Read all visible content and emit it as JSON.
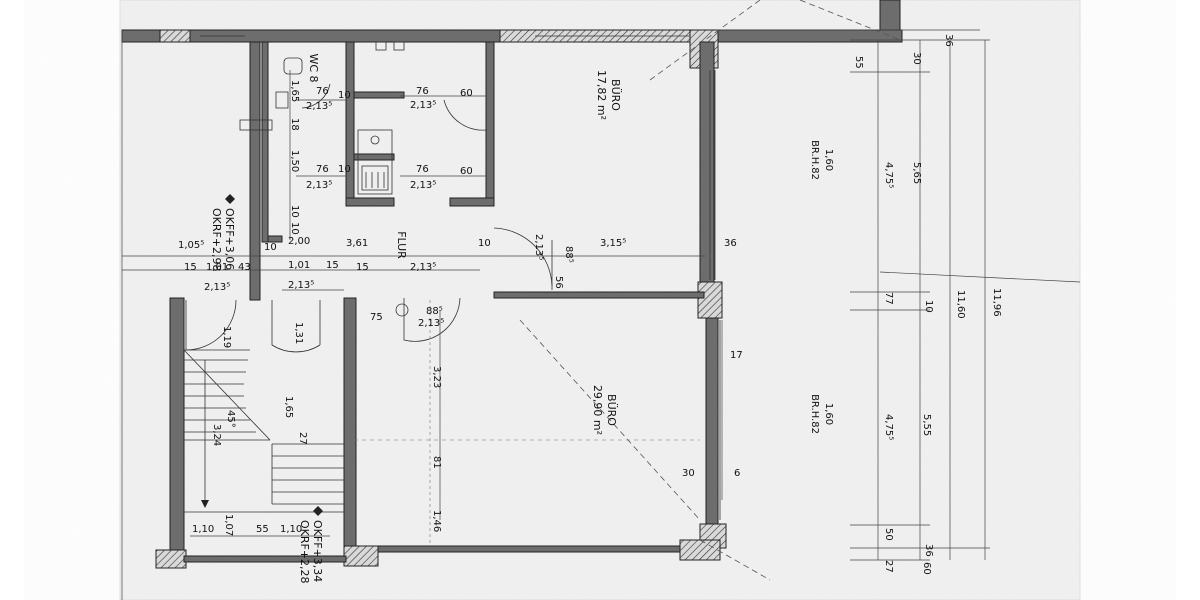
{
  "rooms": {
    "office_top": {
      "name": "BÜRO",
      "area": "17,82 m²"
    },
    "office_bottom": {
      "name": "BÜRO",
      "area": "29,90 m²"
    },
    "wc": {
      "name": "WC 8"
    },
    "corridor": {
      "name": "FLUR"
    }
  },
  "level_markers": {
    "upper": {
      "line1": "OKFF+3,06",
      "line2": "OKRF+2,98"
    },
    "lower": {
      "line1": "OKFF+3,34",
      "line2": "OKRF+2,28"
    }
  },
  "right_dimensions": {
    "window_top": {
      "w": "1,60",
      "h": "BR.H.82"
    },
    "window_bottom": {
      "w": "1,60",
      "h": "BR.H.82"
    },
    "d_30": "30",
    "d_55": "55",
    "d_4755a": "4,75⁵",
    "d_565": "5,65",
    "d_77": "77",
    "d_10": "10",
    "d_1160": "11,60",
    "d_1196": "11,96",
    "d_4755b": "4,75⁵",
    "d_555": "5,55",
    "d_50": "50",
    "d_36": "36",
    "d_27": "27",
    "d_60": "60",
    "d_36top": "36"
  },
  "kitchen_dimensions": {
    "d_76a": "76",
    "d_10a": "10",
    "d_2135a": "2,13⁵",
    "d_76b": "76",
    "d_60a": "60",
    "d_2135b": "2,13⁵",
    "d_76c": "76",
    "d_10b": "10",
    "d_2135c": "2,13⁵",
    "d_76d": "76",
    "d_60b": "60",
    "d_2135d": "2,13⁵",
    "d_165": "1,65",
    "d_150": "1,50",
    "d_10c": "10",
    "d_18": "18",
    "d_10d": "10"
  },
  "corridor_dimensions": {
    "d_10e": "10",
    "d_200": "2,00",
    "d_361": "3,61",
    "d_10f": "10",
    "d_3155": "3,15⁵",
    "d_36": "36",
    "d_885": "88⁵",
    "d_2135e": "2,13⁵",
    "d_56": "56",
    "d_1055": "1,05⁵",
    "d_15a": "15",
    "d_101a": "1,01",
    "d_43": "43",
    "d_101b": "1,01",
    "d_15b": "15",
    "d_15c": "15",
    "d_2135f": "2,13⁵",
    "d_2135g": "2,13⁵",
    "d_2135h": "2,13⁵"
  },
  "stair_dimensions": {
    "d_119": "1,19",
    "d_131": "1,31",
    "d_324": "3,24",
    "d_45": "45°",
    "d_165b": "1,65",
    "d_27": "27",
    "d_110a": "1,10",
    "d_107": "1,07",
    "d_55": "55",
    "d_110b": "1,10"
  },
  "office_dimensions": {
    "d_75": "75",
    "d_885": "88⁵",
    "d_2135": "2,13⁵",
    "d_323": "3,23",
    "d_81": "81",
    "d_146": "1,46",
    "d_17": "17",
    "d_30": "30",
    "d_6": "6"
  }
}
